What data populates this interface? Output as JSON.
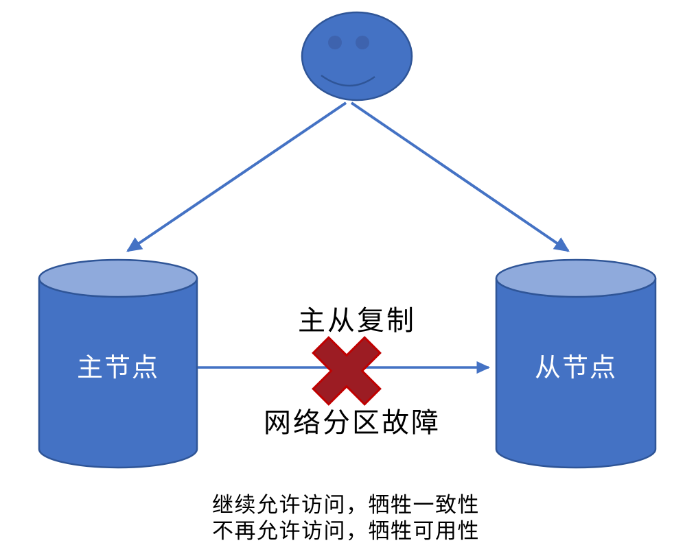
{
  "client": {
    "icon": "smiley-face-icon"
  },
  "nodes": [
    {
      "id": "master",
      "icon": "database-cylinder-icon",
      "label": "主节点"
    },
    {
      "id": "slave",
      "icon": "database-cylinder-icon",
      "label": "从节点"
    }
  ],
  "labels": {
    "replication": "主从复制",
    "network_fault": "网络分区故障"
  },
  "notes": {
    "line1": "继续允许访问，牺牲一致性",
    "line2": "不再允许访问，牺牲可用性"
  },
  "icons": {
    "blocked": "red-x-icon",
    "connector": "arrow-icon"
  },
  "colors": {
    "node_fill": "#4472C4",
    "node_top_fill": "#8FAADC",
    "node_stroke": "#2F5597",
    "eye_fill": "#3E63AE",
    "arrow": "#4472C4",
    "x_fill": "#9C1C23",
    "x_stroke": "#C00000",
    "text": "#000000",
    "node_label_text": "#FFFFFF",
    "background": "#FFFFFF"
  }
}
